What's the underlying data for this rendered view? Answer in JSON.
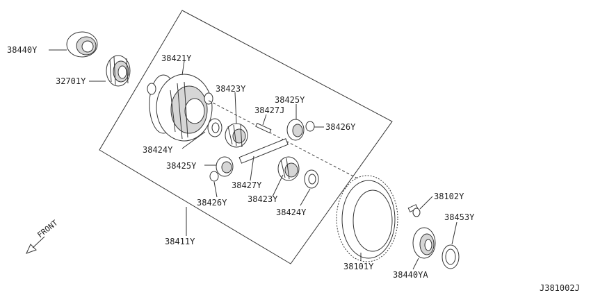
{
  "labels": {
    "p38440Y": "38440Y",
    "p32701Y": "32701Y",
    "p38421Y": "38421Y",
    "p38423Y_top": "38423Y",
    "p38427J": "38427J",
    "p38425Y_top": "38425Y",
    "p38426Y_top": "38426Y",
    "p38424Y_left": "38424Y",
    "p38425Y_left": "38425Y",
    "p38427Y": "38427Y",
    "p38423Y_bottom": "38423Y",
    "p38426Y_bottom": "38426Y",
    "p38424Y_bottom": "38424Y",
    "p38411Y": "38411Y",
    "p38102Y": "38102Y",
    "p38453Y": "38453Y",
    "p38101Y": "38101Y",
    "p38440YA": "38440YA"
  },
  "front_label": "FRONT",
  "diagram_code": "J381002J"
}
